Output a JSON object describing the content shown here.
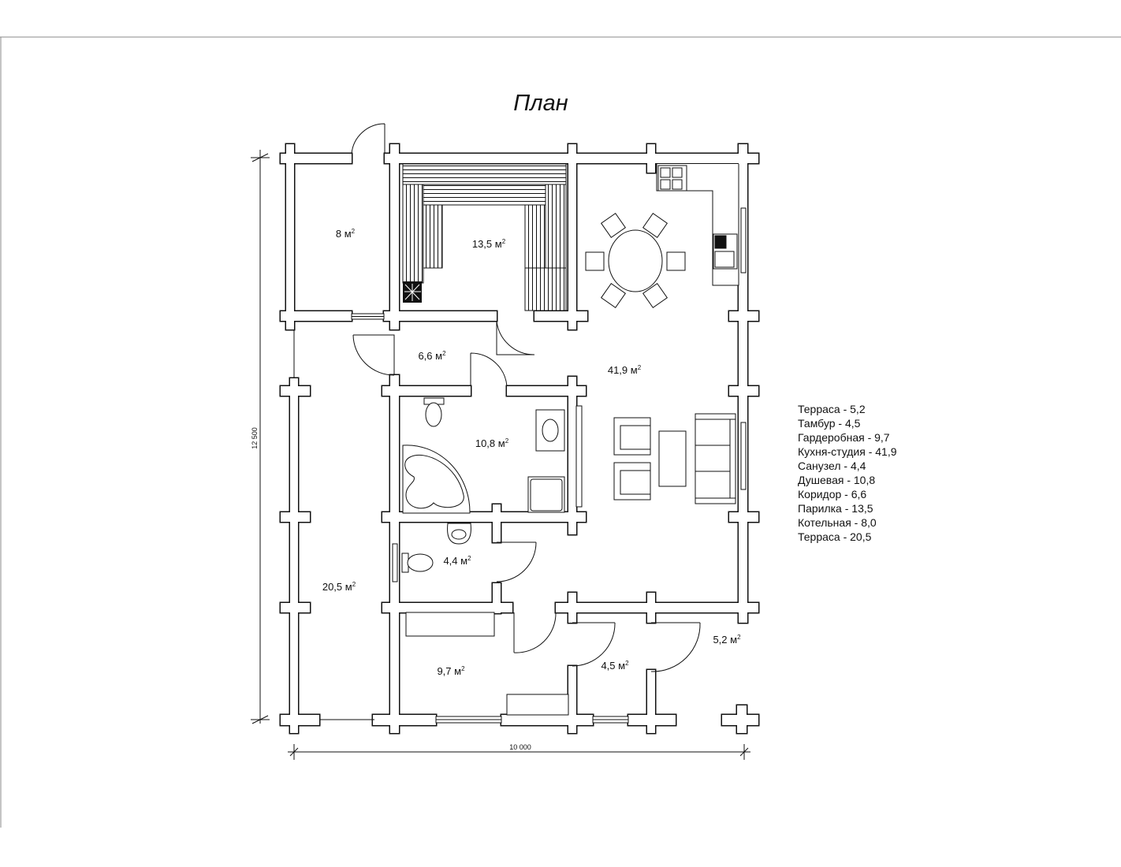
{
  "title": "План",
  "dimensions": {
    "height": "12 500",
    "width": "10 000"
  },
  "rooms": [
    {
      "name": "boiler",
      "value": "8 м",
      "sup": "2"
    },
    {
      "name": "sauna",
      "value": "13,5 м",
      "sup": "2"
    },
    {
      "name": "corridor",
      "value": "6,6 м",
      "sup": "2"
    },
    {
      "name": "kitchen-studio",
      "value": "41,9 м",
      "sup": "2"
    },
    {
      "name": "shower",
      "value": "10,8 м",
      "sup": "2"
    },
    {
      "name": "bathroom",
      "value": "4,4 м",
      "sup": "2"
    },
    {
      "name": "terrace-large",
      "value": "20,5 м",
      "sup": "2"
    },
    {
      "name": "wardrobe",
      "value": "9,7 м",
      "sup": "2"
    },
    {
      "name": "vestibule",
      "value": "4,5 м",
      "sup": "2"
    },
    {
      "name": "terrace-small",
      "value": "5,2 м",
      "sup": "2"
    }
  ],
  "legend": [
    "Терраса - 5,2",
    "Тамбур - 4,5",
    "Гардеробная - 9,7",
    "Кухня-студия - 41,9",
    "Санузел - 4,4",
    "Душевая - 10,8",
    "Коридор - 6,6",
    "Парилка - 13,5",
    "Котельная - 8,0",
    "Терраса - 20,5"
  ]
}
